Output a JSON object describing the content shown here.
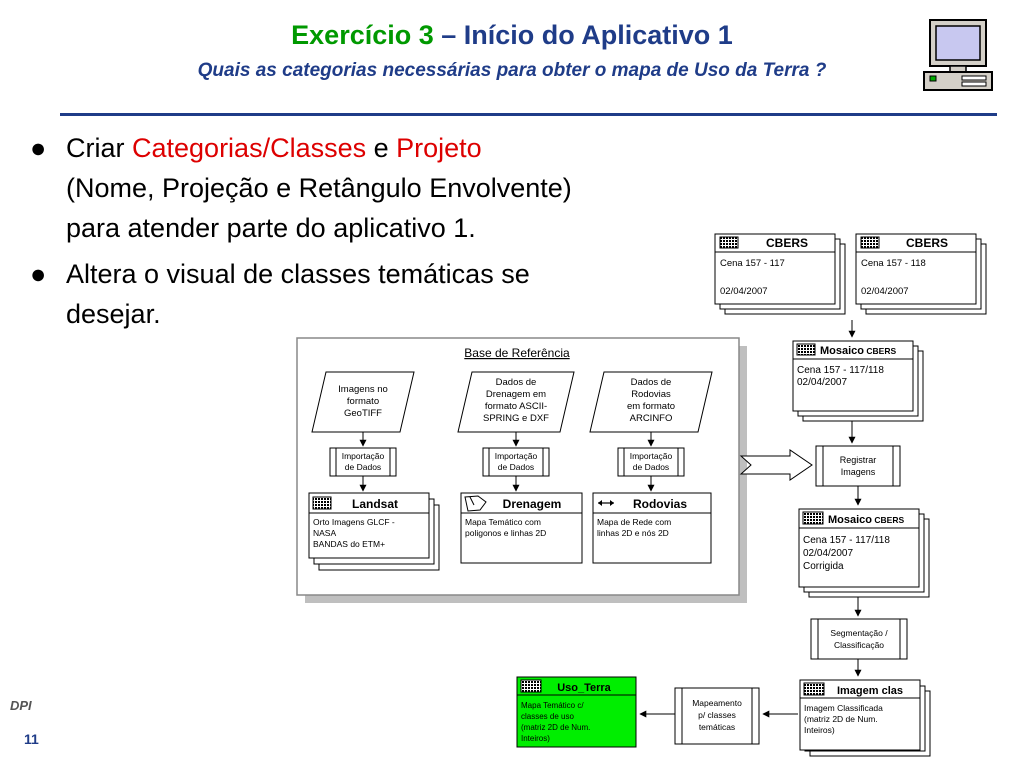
{
  "title": {
    "part1": "Exercício 3",
    "dash": " – ",
    "part2": "Início do Aplicativo 1",
    "subtitle": "Quais as categorias necessárias para obter o mapa de Uso da Terra ?"
  },
  "bullets": {
    "b1_prefix": "Criar  ",
    "b1_red1": "Categorias/Classes",
    "b1_mid": " e ",
    "b1_red2": "Projeto",
    "b1_line2": "(Nome, Projeção e Retângulo Envolvente)",
    "b1_line3": "para atender parte do aplicativo 1.",
    "b2_line1": "Altera o visual de classes temáticas se",
    "b2_line2": "desejar."
  },
  "base": {
    "title": "Base de Referência",
    "inputs": [
      {
        "l1": "Imagens no",
        "l2": "formato",
        "l3": "GeoTIFF"
      },
      {
        "l1": "Dados de",
        "l2": "Drenagem em",
        "l3": "formato ASCII-",
        "l4": "SPRING e DXF"
      },
      {
        "l1": "Dados de",
        "l2": "Rodovias",
        "l3": "em formato",
        "l4": "ARCINFO"
      }
    ],
    "import_l1": "Importação",
    "import_l2": "de Dados",
    "landsat": {
      "title": "Landsat",
      "l1": "Orto Imagens  GLCF -",
      "l2": "NASA",
      "l3": "BANDAS do ETM+"
    },
    "drenagem": {
      "title": "Drenagem",
      "l1": "Mapa Temático com",
      "l2": "poligonos e linhas 2D"
    },
    "rodovias": {
      "title": "Rodovias",
      "l1": "Mapa de Rede com",
      "l2": "linhas 2D e nós 2D"
    }
  },
  "cbers1": {
    "title": "CBERS",
    "l1": "Cena 157 - 117",
    "l2": "02/04/2007"
  },
  "cbers2": {
    "title": "CBERS",
    "l1": "Cena 157 - 118",
    "l2": "02/04/2007"
  },
  "mosaico1": {
    "title": "Mosaico",
    "title_small": " CBERS",
    "l1": "Cena 157 - 117/118",
    "l2": "02/04/2007"
  },
  "registrar": {
    "l1": "Registrar",
    "l2": "Imagens"
  },
  "mosaico2": {
    "title": "Mosaico",
    "title_small": " CBERS",
    "l1": "Cena 157 - 117/118",
    "l2": "02/04/2007",
    "l3": "Corrigida"
  },
  "segmentacao": {
    "l1": "Segmentação /",
    "l2": "Classificação"
  },
  "imagem_clas": {
    "title": "Imagem clas",
    "l1": "Imagem Classificada",
    "l2": "(matriz 2D de Num.",
    "l3": "Inteiros)"
  },
  "mapeamento": {
    "l1": "Mapeamento",
    "l2": "p/ classes",
    "l3": "temáticas"
  },
  "uso_terra": {
    "title": "Uso_Terra",
    "l1": "Mapa Temático c/",
    "l2": "classes de uso",
    "l3": "(matriz 2D de Num.",
    "l4": "Inteiros)"
  },
  "footer": {
    "logo": "DPI",
    "page": "11"
  },
  "colors": {
    "title_green": "#009900",
    "title_blue": "#1f3c88",
    "accent_red": "#dd0000",
    "uso_terra_fill": "#00ee00"
  }
}
